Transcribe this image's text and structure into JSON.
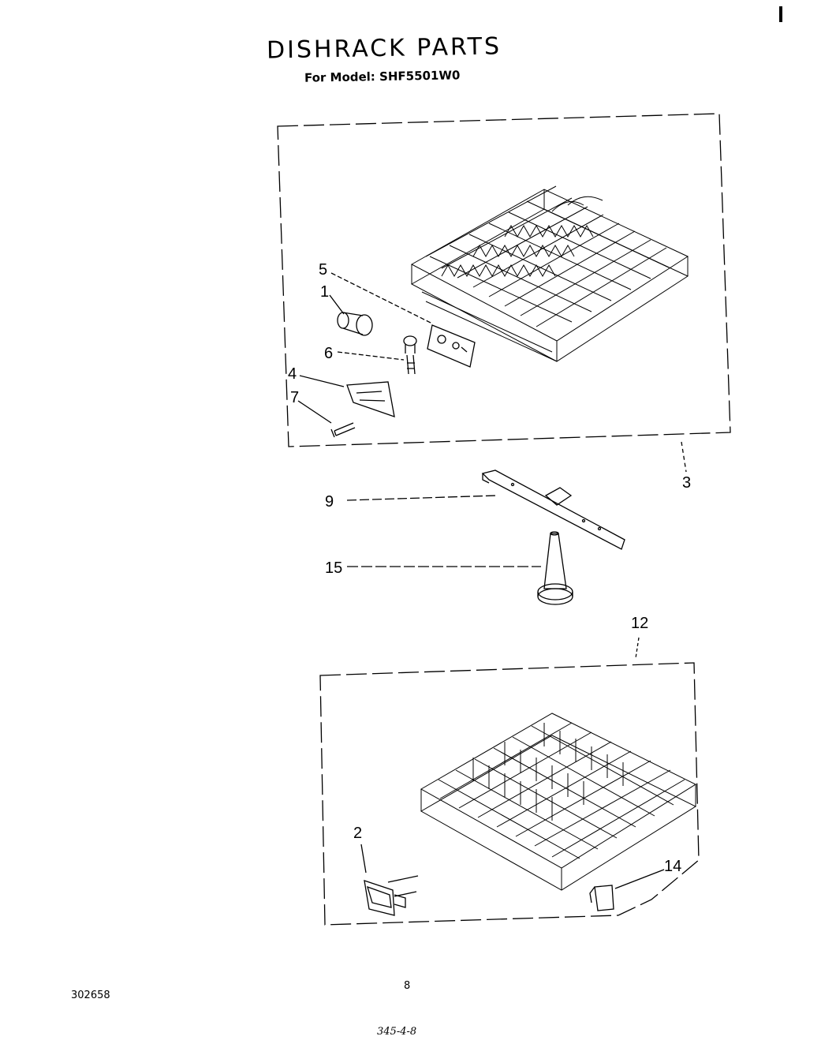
{
  "header": {
    "title": "DISHRACK PARTS",
    "model_line": "For Model: SHF5501W0"
  },
  "callouts": {
    "c1": "1",
    "c2": "2",
    "c3": "3",
    "c4": "4",
    "c5": "5",
    "c6": "6",
    "c7": "7",
    "c9": "9",
    "c12": "12",
    "c14": "14",
    "c15": "15"
  },
  "footer": {
    "page_number": "8",
    "document_number": "302658",
    "handwritten_note": "345-4-8"
  }
}
